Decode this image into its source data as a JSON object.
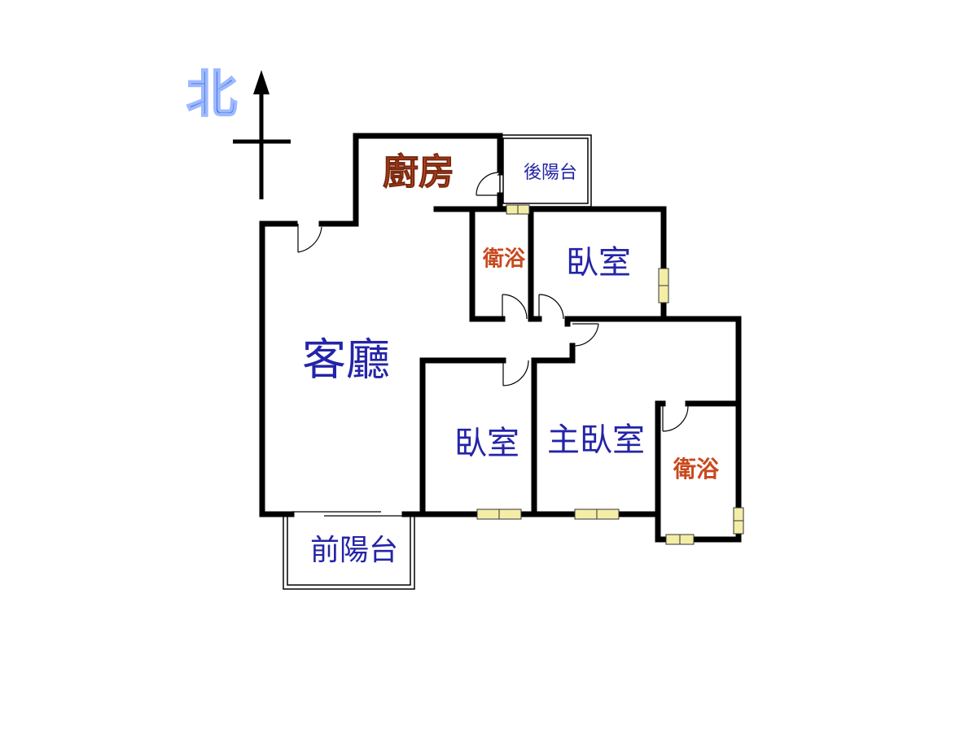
{
  "compass": {
    "north_label": "北"
  },
  "colors": {
    "room_label": "#2424a8",
    "wet_label": "#c8491e",
    "north": "#3a6fd8",
    "window": "#f4eda8"
  },
  "rooms": {
    "kitchen": "廚房",
    "rear_balcony": "後陽台",
    "bath_1": "衛浴",
    "bedroom_1": "臥室",
    "living_room": "客廳",
    "bedroom_2": "臥室",
    "master_bedroom": "主臥室",
    "bath_2": "衛浴",
    "front_balcony": "前陽台"
  }
}
